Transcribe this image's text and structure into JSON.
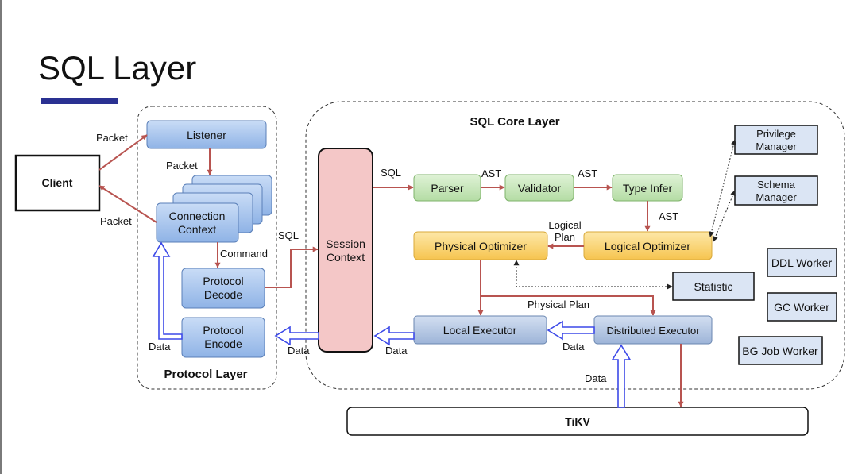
{
  "slide": {
    "title": "SQL Layer"
  },
  "colors": {
    "title_underline": "#2a3192",
    "blue_box": "#a9c6ee",
    "green_box": "#c7e8bd",
    "yellow_box": "#f9d77a",
    "pink_box": "#f4c7c7",
    "steel_box": "#b7c9e4",
    "light_box": "#dbe5f4",
    "red_arrow": "#b85450",
    "blue_arrow": "#3c49e8"
  },
  "diagram": {
    "groups": {
      "protocol_layer": "Protocol Layer",
      "sql_core_layer": "SQL Core Layer"
    },
    "nodes": {
      "client": "Client",
      "listener": "Listener",
      "connection_context": [
        "Connection",
        "Context"
      ],
      "protocol_decode": [
        "Protocol",
        "Decode"
      ],
      "protocol_encode": [
        "Protocol",
        "Encode"
      ],
      "session_context": [
        "Session",
        "Context"
      ],
      "parser": "Parser",
      "validator": "Validator",
      "type_infer": "Type Infer",
      "logical_optimizer": "Logical Optimizer",
      "physical_optimizer": "Physical Optimizer",
      "statistic": "Statistic",
      "local_executor": "Local Executor",
      "distributed_executor": "Distributed Executor",
      "privilege_manager": [
        "Privilege",
        "Manager"
      ],
      "schema_manager": [
        "Schema",
        "Manager"
      ],
      "ddl_worker": "DDL Worker",
      "gc_worker": "GC Worker",
      "bg_job_worker": "BG Job Worker",
      "tikv": "TiKV"
    },
    "edge_labels": {
      "packet_client_listener": "Packet",
      "packet_listener_connection": "Packet",
      "packet_connection_client": "Packet",
      "command": "Command",
      "sql_decode_session": "SQL",
      "sql_session_parser": "SQL",
      "ast_parser_validator": "AST",
      "ast_validator_typeinfer": "AST",
      "ast_typeinfer_logical": "AST",
      "logical_plan": [
        "Logical",
        "Plan"
      ],
      "physical_plan": "Physical Plan",
      "data_encode_connection": "Data",
      "data_session_encode": "Data",
      "data_local_session": "Data",
      "data_dist_local": "Data",
      "data_tikv_dist": "Data"
    }
  }
}
